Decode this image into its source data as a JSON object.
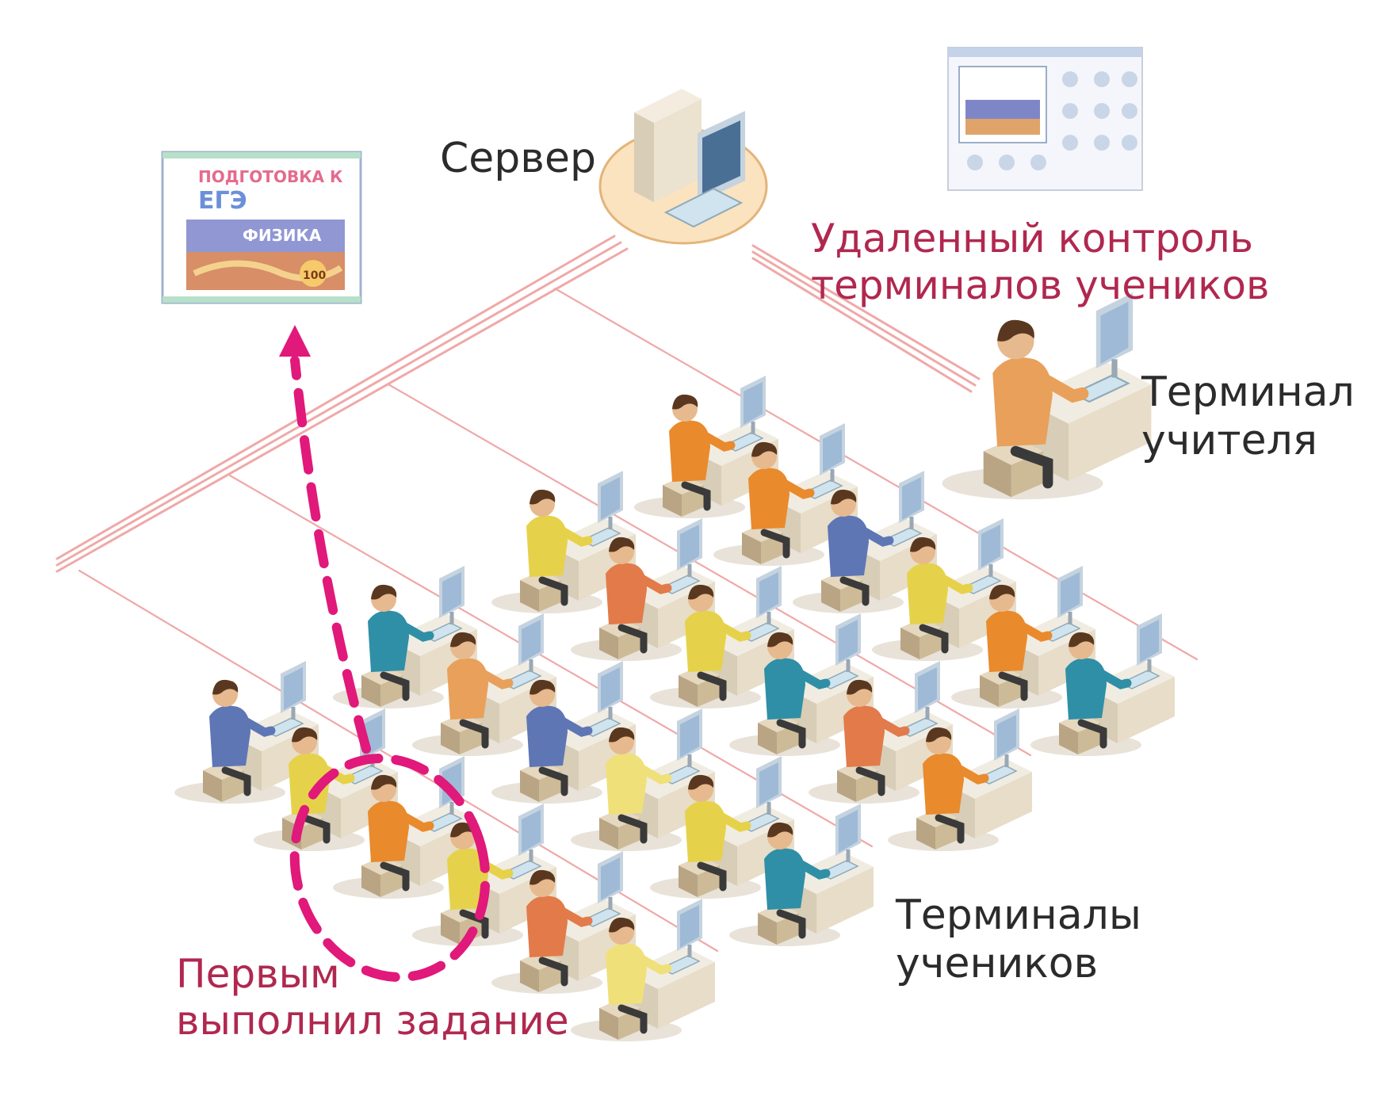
{
  "labels": {
    "server": "Сервер",
    "remote_control_line1": "Удаленный контроль",
    "remote_control_line2": "терминалов учеников",
    "teacher_line1": "Терминал",
    "teacher_line2": "учителя",
    "students_line1": "Терминалы",
    "students_line2": "учеников",
    "first_done_line1": "Первым",
    "first_done_line2": "выполнил задание"
  },
  "thumbnail": {
    "line1": "ПОДГОТОВКА К",
    "line2": "ЕГЭ",
    "line3": "ФИЗИКА",
    "badge": "100"
  },
  "icons": {
    "server": "server-computer-icon",
    "teacher": "teacher-workstation-icon",
    "student": "student-workstation-icon",
    "arrow": "dashed-arrow-icon"
  },
  "colors": {
    "accent_magenta": "#e0197a",
    "label_red": "#b0284f",
    "network_line": "#f0a8a8",
    "server_pad": "#fbe3bf"
  }
}
